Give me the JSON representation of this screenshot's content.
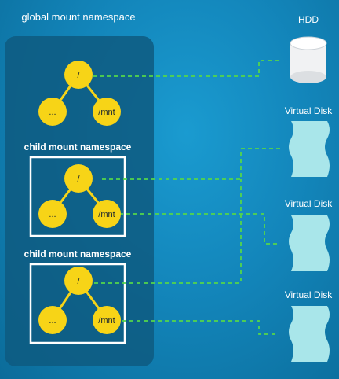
{
  "diagram": {
    "global_namespace_label": "global mount namespace",
    "child_namespace_label_1": "child mount namespace",
    "child_namespace_label_2": "child mount namespace",
    "node_labels": {
      "root": "/",
      "dots": "...",
      "mnt": "/mnt"
    },
    "storage": [
      {
        "label": "HDD"
      },
      {
        "label": "Virtual Disk"
      },
      {
        "label": "Virtual Disk"
      },
      {
        "label": "Virtual Disk"
      }
    ],
    "colors": {
      "background": "#1386bb",
      "panel": "#0e5a80",
      "node": "#f7d417",
      "link": "#54d64a",
      "disk": "#a9e6ea"
    }
  }
}
